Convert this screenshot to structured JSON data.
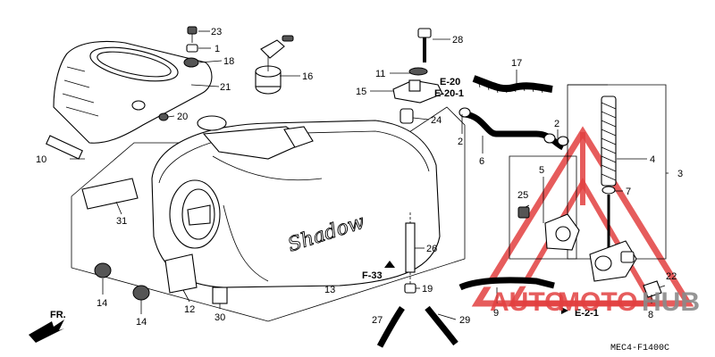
{
  "diagram_code": "MEC4-F1400C",
  "front_arrow_label": "FR.",
  "tank_script": "Shadow",
  "watermark": {
    "text_auto": "AUTO",
    "text_moto": "MOTO",
    "text_hub": "HUB",
    "color_red": "#e24040",
    "color_gray": "#8a8a8a"
  },
  "refs": {
    "e20": "E-20",
    "e20_1": "E-20-1",
    "f33": "F-33",
    "e2_1": "E-2-1"
  },
  "parts": {
    "p1": "1",
    "p2a": "2",
    "p2b": "2",
    "p3": "3",
    "p4": "4",
    "p5": "5",
    "p6": "6",
    "p7": "7",
    "p8": "8",
    "p9": "9",
    "p10": "10",
    "p11": "11",
    "p12": "12",
    "p13": "13",
    "p14a": "14",
    "p14b": "14",
    "p15": "15",
    "p16": "16",
    "p17": "17",
    "p18": "18",
    "p19": "19",
    "p20": "20",
    "p21": "21",
    "p22": "22",
    "p23": "23",
    "p24": "24",
    "p25": "25",
    "p26": "26",
    "p27": "27",
    "p28": "28",
    "p29": "29",
    "p30": "30",
    "p31": "31"
  }
}
